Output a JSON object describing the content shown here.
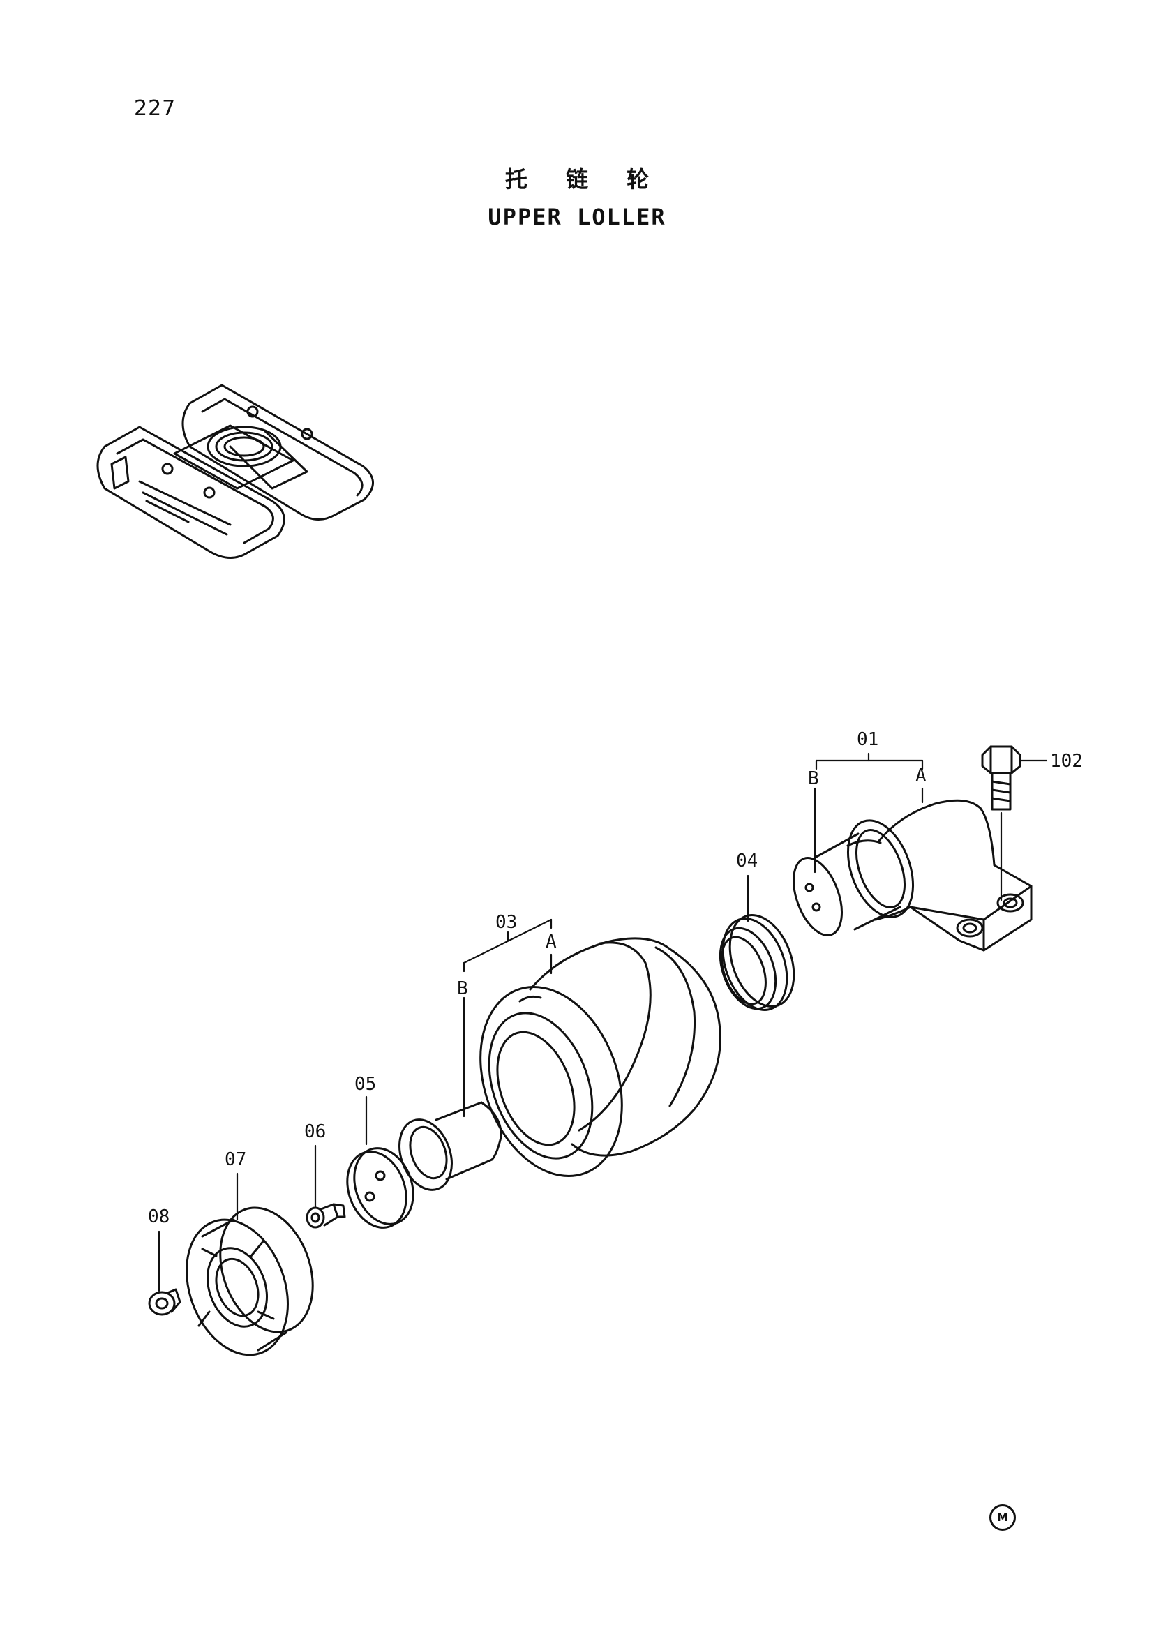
{
  "page": {
    "number": "227"
  },
  "title": {
    "cn": "托 链 轮",
    "en": "UPPER LOLLER"
  },
  "callouts": {
    "p01": "01",
    "p01a": "A",
    "p01b": "B",
    "p102": "102",
    "p03": "03",
    "p03a": "A",
    "p03b": "B",
    "p04": "04",
    "p05": "05",
    "p06": "06",
    "p07": "07",
    "p08": "08"
  },
  "footer": {
    "mark": "M"
  }
}
